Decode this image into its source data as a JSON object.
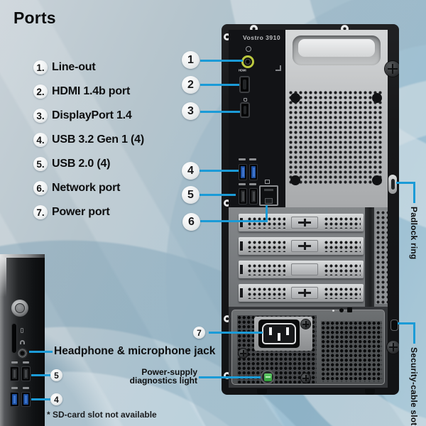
{
  "title": "Ports",
  "colors": {
    "accent_line": "#1b9bd7",
    "lineout_ring": "#bcc93f",
    "led_green": "#3aa344"
  },
  "ports_list": [
    {
      "num": "1.",
      "label": "Line-out"
    },
    {
      "num": "2.",
      "label": "HDMI 1.4b port"
    },
    {
      "num": "3.",
      "label": "DisplayPort 1.4"
    },
    {
      "num": "4.",
      "label": "USB 3.2 Gen 1 (4)"
    },
    {
      "num": "5.",
      "label": "USB 2.0 (4)"
    },
    {
      "num": "6.",
      "label": "Network port"
    },
    {
      "num": "7.",
      "label": "Power port"
    }
  ],
  "tower_back": {
    "model": "Vostro 3910",
    "hdmi_port_label": "HDMI",
    "callouts": {
      "c1": "1",
      "c2": "2",
      "c3": "3",
      "c4": "4",
      "c5": "5",
      "c6": "6",
      "c7": "7"
    }
  },
  "side_labels": {
    "padlock": "Padlock ring",
    "security": "Security-cable slot"
  },
  "front_panel": {
    "headphone_jack_label": "Headphone & microphone jack",
    "usb2_callout": "5",
    "usb3_callout": "4",
    "psu_light_label": [
      "Power-supply",
      "diagnostics light"
    ],
    "sd_note": "* SD-card slot not available"
  }
}
